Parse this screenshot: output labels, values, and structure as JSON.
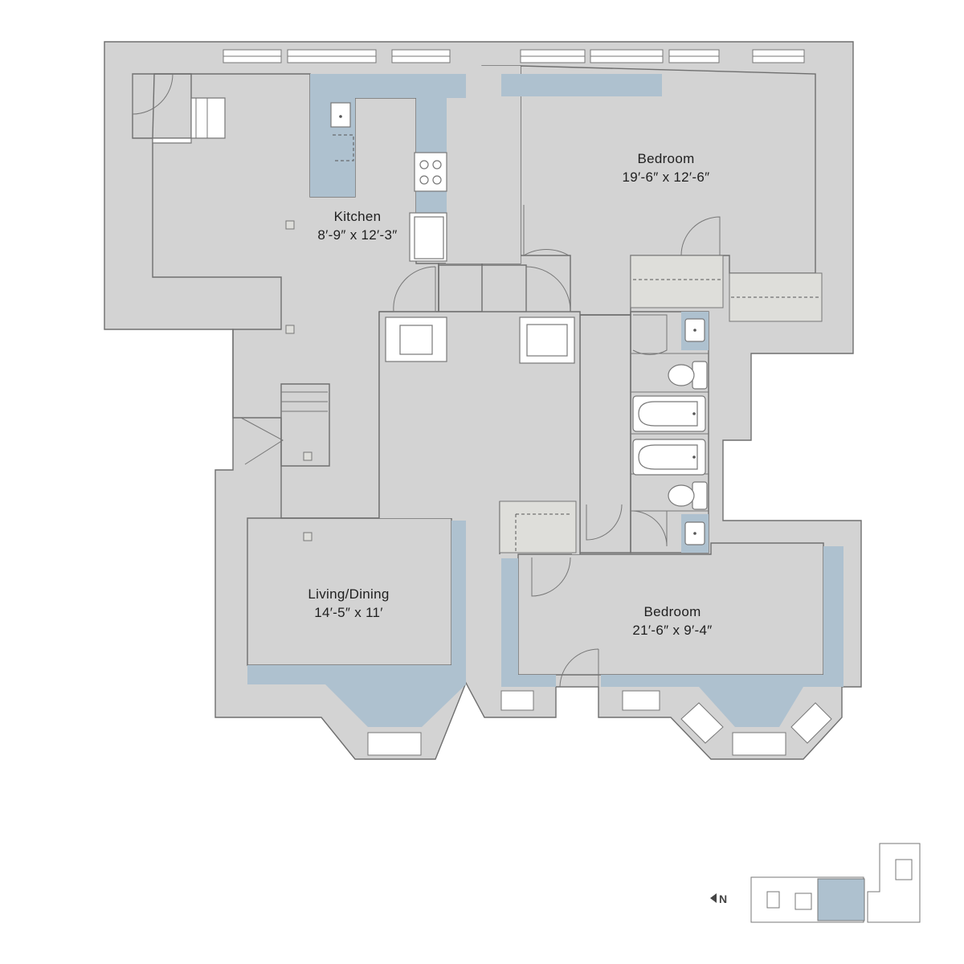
{
  "rooms": {
    "kitchen": {
      "name": "Kitchen",
      "size": "8′-9″ x 12′-3″"
    },
    "bedroom1": {
      "name": "Bedroom",
      "size": "19′-6″ x 12′-6″"
    },
    "living": {
      "name": "Living/Dining",
      "size": "14′-5″ x 11′"
    },
    "bedroom2": {
      "name": "Bedroom",
      "size": "21′-6″ x 9′-4″"
    }
  },
  "compass": {
    "label": "N"
  },
  "colors": {
    "wall": "#d3d3d3",
    "accent": "#aec1cf",
    "line": "#6f6f6f",
    "cabinet": "#dededa"
  }
}
